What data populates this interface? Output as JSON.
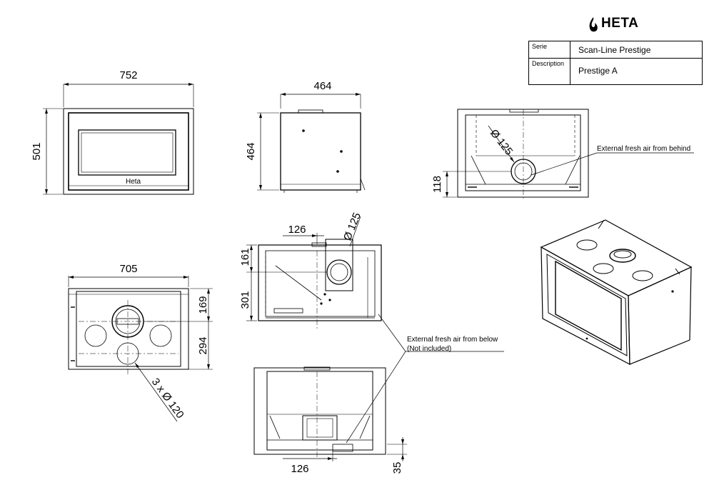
{
  "brand": {
    "logo_text": "HETA"
  },
  "title_block": {
    "serie_label": "Serie",
    "serie_value": "Scan-Line Prestige",
    "description_label": "Description",
    "description_value": "Prestige A"
  },
  "dimensions": {
    "front_width": "752",
    "front_height": "501",
    "side_width": "464",
    "side_height": "464",
    "rear_duct_diameter": "Ø 125",
    "rear_duct_height": "118",
    "top_width": "705",
    "top_offset_1": "169",
    "top_offset_2": "294",
    "top_holes": "3 x Ø 120",
    "section_offset": "126",
    "section_duct_diameter": "Ø 125",
    "section_height_1": "161",
    "section_height_2": "301",
    "bottom_offset": "126",
    "bottom_height": "35"
  },
  "annotations": {
    "fresh_air_behind": "External fresh air from behind",
    "fresh_air_below": "External fresh air from below",
    "not_included": "(Not included)"
  },
  "nameplate": {
    "brand": "Heta"
  }
}
